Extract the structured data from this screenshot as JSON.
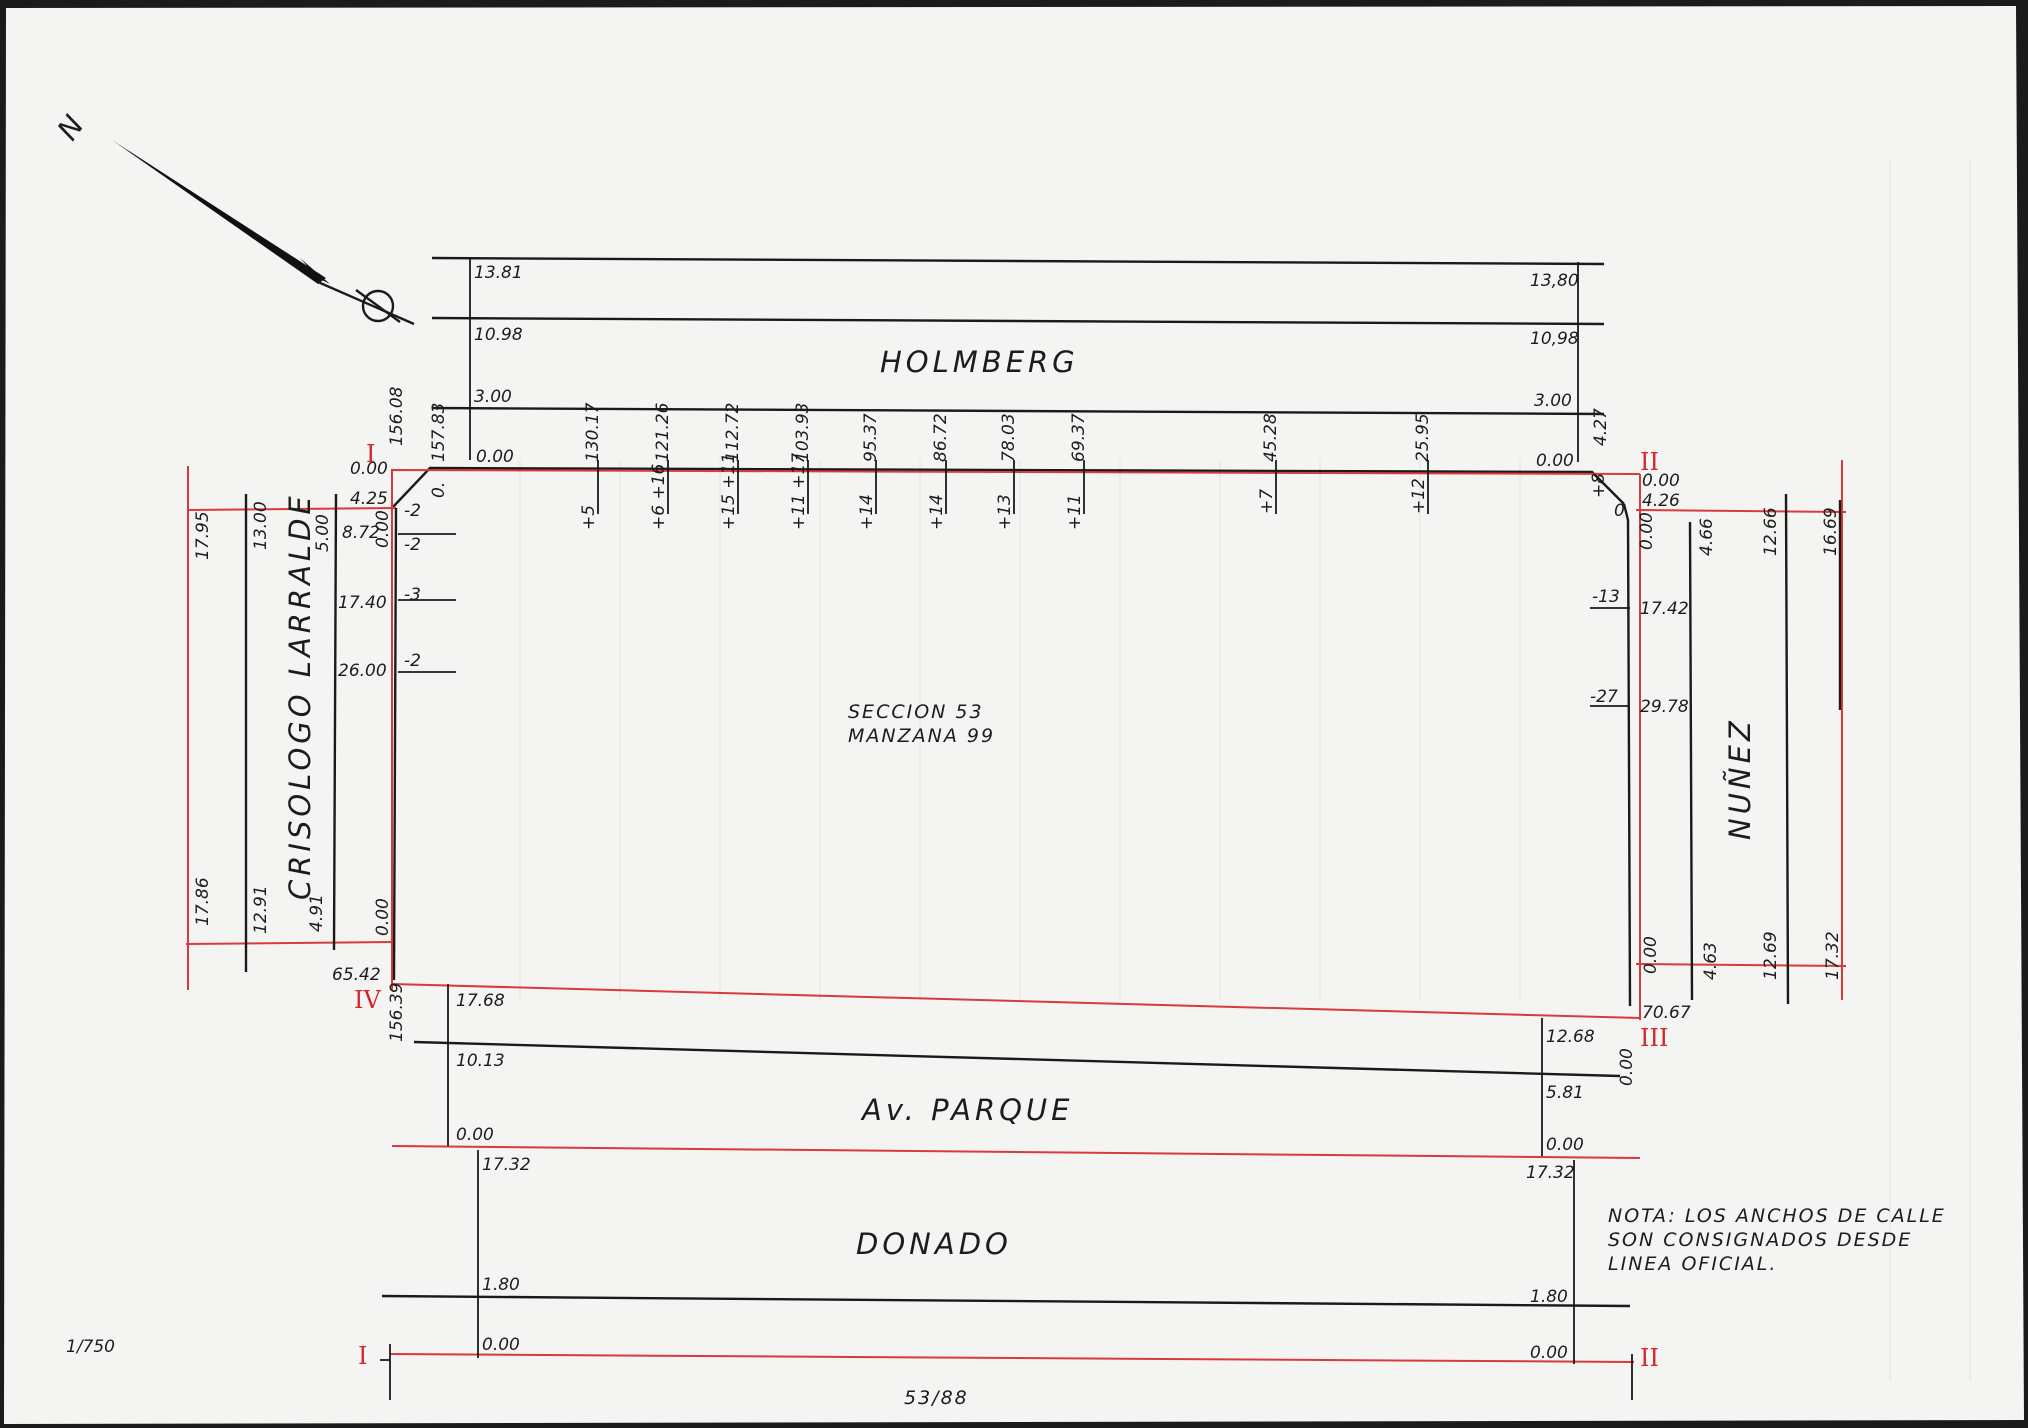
{
  "plan": {
    "section_label": "SECCION  53",
    "block_label": "MANZANA  99",
    "scale": "1/750",
    "plan_number": "53/88",
    "north": "N",
    "note": [
      "NOTA: LOS ANCHOS DE CALLE",
      "SON CONSIGNADOS DESDE",
      "LINEA OFICIAL."
    ]
  },
  "streets": {
    "top": "HOLMBERG",
    "left": "CRISOLOGO  LARRALDE",
    "right": "NUÑEZ",
    "bottom": "Av.  PARQUE",
    "far_bottom": "DONADO"
  },
  "vertices": {
    "v1": "I",
    "v2": "II",
    "v3": "III",
    "v4": "IV",
    "d1": "I",
    "d2": "II"
  },
  "holmberg": {
    "left": [
      "13.81",
      "10.98",
      "3.00",
      "0.00"
    ],
    "right": [
      "13,80",
      "10,98",
      "3.00",
      "0.00"
    ],
    "frontage": [
      {
        "dist": "157.83",
        "level": "0."
      },
      {
        "dist": "130.17",
        "level": "+5"
      },
      {
        "dist": "121.26",
        "level": "+6 +16"
      },
      {
        "dist": "112.72",
        "level": "+15 +11"
      },
      {
        "dist": "103.93",
        "level": "+11 +17"
      },
      {
        "dist": "95.37",
        "level": "+14"
      },
      {
        "dist": "86.72",
        "level": "+14"
      },
      {
        "dist": "78.03",
        "level": "+13"
      },
      {
        "dist": "69.37",
        "level": "+11"
      },
      {
        "dist": "45.28",
        "level": "+7"
      },
      {
        "dist": "25.95",
        "level": "+12"
      }
    ],
    "corner_left": "156.08",
    "corner_right": "4.27",
    "corner_right_level": "+8"
  },
  "larralde": {
    "offsets_top": [
      "17.95",
      "13.00",
      "5.00"
    ],
    "offsets_bottom": [
      "17.86",
      "12.91",
      "4.91"
    ],
    "chain": [
      "0.00",
      "4.25",
      "8.72",
      "17.40",
      "26.00"
    ],
    "chain_zero": "0.00",
    "chain_zero_bottom": "0.00",
    "chain_end": "65.42",
    "levels": [
      "-2",
      "-2",
      "-3",
      "-2"
    ]
  },
  "nunez": {
    "chain": [
      "0.00",
      "4.26",
      "17.42",
      "29.78"
    ],
    "chain_zero": "0.00",
    "chain_zero_bottom": "0.00",
    "chain_end": "70.67",
    "offsets_top": [
      "4.66",
      "12.66",
      "16.69"
    ],
    "offsets_bottom": [
      "4.63",
      "12.69",
      "17.32"
    ],
    "levels": [
      "-13",
      "-27"
    ],
    "corner_level": "0"
  },
  "parque": {
    "left": [
      "17.68",
      "10.13",
      "0.00"
    ],
    "right": [
      "12.68",
      "5.81",
      "0.00"
    ],
    "corner_left": "156.39",
    "corner_right": "0.00"
  },
  "donado": {
    "left": [
      "17.32",
      "1.80",
      "0.00"
    ],
    "right": [
      "17.32",
      "1.80",
      "0.00"
    ]
  }
}
